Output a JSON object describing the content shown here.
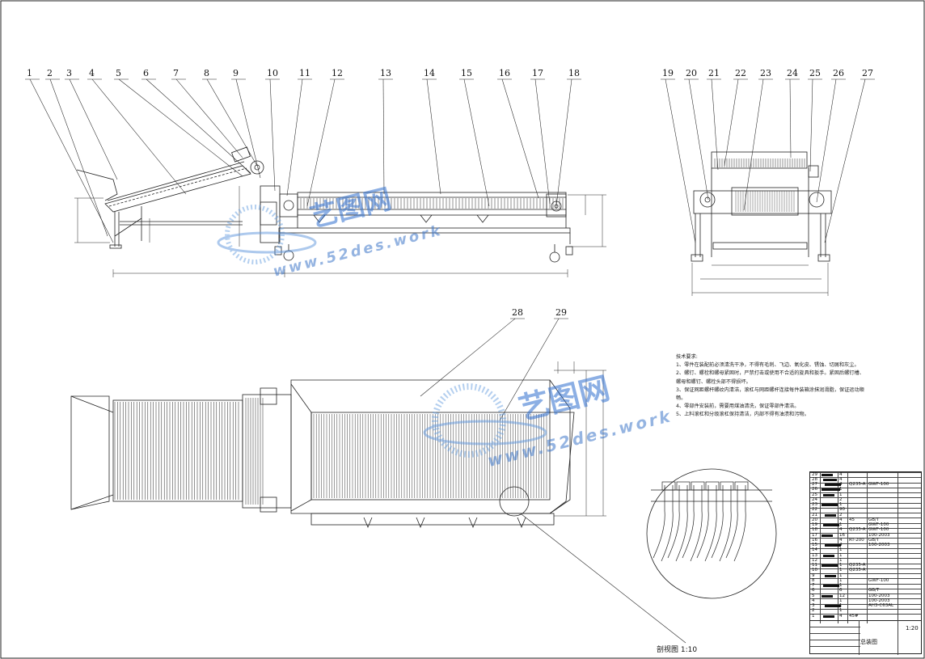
{
  "drawing": {
    "part_numbers": [
      "1",
      "2",
      "3",
      "4",
      "5",
      "6",
      "7",
      "8",
      "9",
      "10",
      "11",
      "12",
      "13",
      "14",
      "15",
      "16",
      "17",
      "18",
      "19",
      "20",
      "21",
      "22",
      "23",
      "24",
      "25",
      "26",
      "27",
      "28",
      "29"
    ],
    "section_caption": "剖视图 1:10",
    "title_block_name": "总装图",
    "scale": "1:20"
  },
  "tech_notes": {
    "heading": "技术要求:",
    "lines": [
      "1、零件在装配前必须清洗干净，不得有毛刺、飞边、氧化皮、锈蚀、切屑和灰尘。",
      "2、螺钉、螺栓和螺母紧固时，严禁打击或使用不合适的旋具和扳手。紧固后螺钉槽、",
      "螺母和螺钉、螺栓头部不得损坏。",
      "3、保证网距螺杆螺纹内清洁，滚杠与网距螺杆连接每件装箱涂抹润滑脂，保证运动顺",
      "畅。",
      "4、零部件安装前，需要用煤油清洗，保证零部件清洁。",
      "5、上料滚杠和分级滚杠保持清洁，内部不得有油渍和污物。"
    ]
  },
  "watermark": {
    "brand_cn": "艺图网",
    "url": "www.52des.work"
  },
  "bom": {
    "rows": [
      {
        "no": "29",
        "qty": "4",
        "spec": "",
        "std": ""
      },
      {
        "no": "28",
        "qty": "4",
        "spec": "",
        "std": ""
      },
      {
        "no": "27",
        "qty": "4",
        "spec": "Q235-A",
        "std": "GWF-100"
      },
      {
        "no": "26",
        "qty": "1",
        "spec": "",
        "std": ""
      },
      {
        "no": "25",
        "qty": "1",
        "spec": "",
        "std": ""
      },
      {
        "no": "24",
        "qty": "2",
        "spec": "",
        "std": ""
      },
      {
        "no": "23",
        "qty": "1",
        "spec": "",
        "std": ""
      },
      {
        "no": "22",
        "qty": "90",
        "spec": "",
        "std": ""
      },
      {
        "no": "21",
        "qty": "2",
        "spec": "",
        "std": ""
      },
      {
        "no": "20",
        "qty": "4",
        "spec": "45",
        "std": "GB/T"
      },
      {
        "no": "19",
        "qty": "1",
        "spec": "",
        "std": "GWF-100"
      },
      {
        "no": "18",
        "qty": "4",
        "spec": "Q235-A",
        "std": "GWF-100"
      },
      {
        "no": "17",
        "qty": "16",
        "spec": "",
        "std": "100-2003"
      },
      {
        "no": "16",
        "qty": "4",
        "spec": "RT-200",
        "std": "GB/T"
      },
      {
        "no": "15",
        "qty": "4",
        "spec": "",
        "std": "100-2003"
      },
      {
        "no": "14",
        "qty": "1",
        "spec": "",
        "std": ""
      },
      {
        "no": "13",
        "qty": "1",
        "spec": "",
        "std": ""
      },
      {
        "no": "12",
        "qty": "1",
        "spec": "",
        "std": ""
      },
      {
        "no": "11",
        "qty": "1",
        "spec": "Q235-A",
        "std": ""
      },
      {
        "no": "10",
        "qty": "1",
        "spec": "Q235-A",
        "std": ""
      },
      {
        "no": "9",
        "qty": "1",
        "spec": "",
        "std": ""
      },
      {
        "no": "8",
        "qty": "1",
        "spec": "",
        "std": "GWF-100"
      },
      {
        "no": "7",
        "qty": "1",
        "spec": "",
        "std": ""
      },
      {
        "no": "6",
        "qty": "6",
        "spec": "",
        "std": "GB/T"
      },
      {
        "no": "5",
        "qty": "12",
        "spec": "",
        "std": "100-2003"
      },
      {
        "no": "4",
        "qty": "1",
        "spec": "",
        "std": "100-2003"
      },
      {
        "no": "3",
        "qty": "1",
        "spec": "",
        "std": "AH3-C63AL"
      },
      {
        "no": "2",
        "qty": "1",
        "spec": "",
        "std": ""
      },
      {
        "no": "1",
        "qty": "4",
        "spec": "45#",
        "std": ""
      }
    ]
  }
}
